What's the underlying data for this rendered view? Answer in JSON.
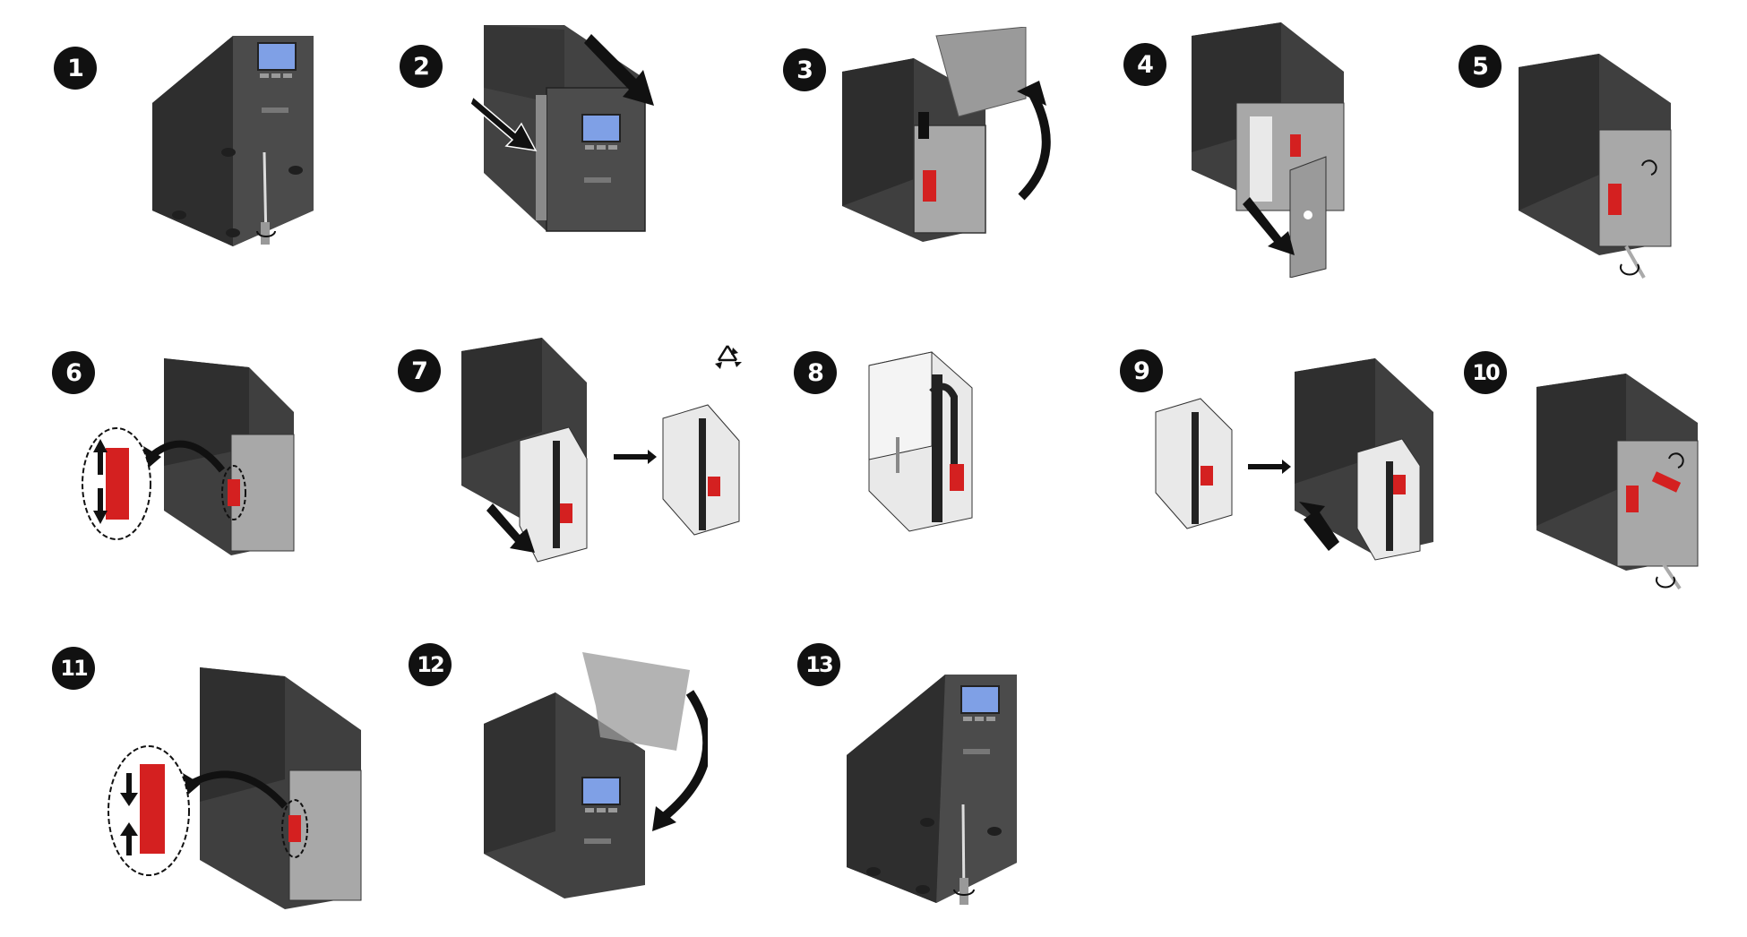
{
  "steps": [
    {
      "number": "1"
    },
    {
      "number": "2"
    },
    {
      "number": "3"
    },
    {
      "number": "4"
    },
    {
      "number": "5"
    },
    {
      "number": "6"
    },
    {
      "number": "7"
    },
    {
      "number": "8"
    },
    {
      "number": "9"
    },
    {
      "number": "10"
    },
    {
      "number": "11"
    },
    {
      "number": "12"
    },
    {
      "number": "13"
    }
  ],
  "icons": {
    "screwdriver": "screwdriver-icon",
    "recycle": "recycle-icon",
    "rotate": "rotate-arrow-icon"
  },
  "colors": {
    "ups_body": "#4a4a4a",
    "ups_top": "#3b3b3b",
    "ups_side": "#2f2f2f",
    "battery_panel": "#a8a8a8",
    "battery": "#e9e9e9",
    "connector": "#d42020",
    "display": "#7fa0e6",
    "arrow": "#111111"
  }
}
